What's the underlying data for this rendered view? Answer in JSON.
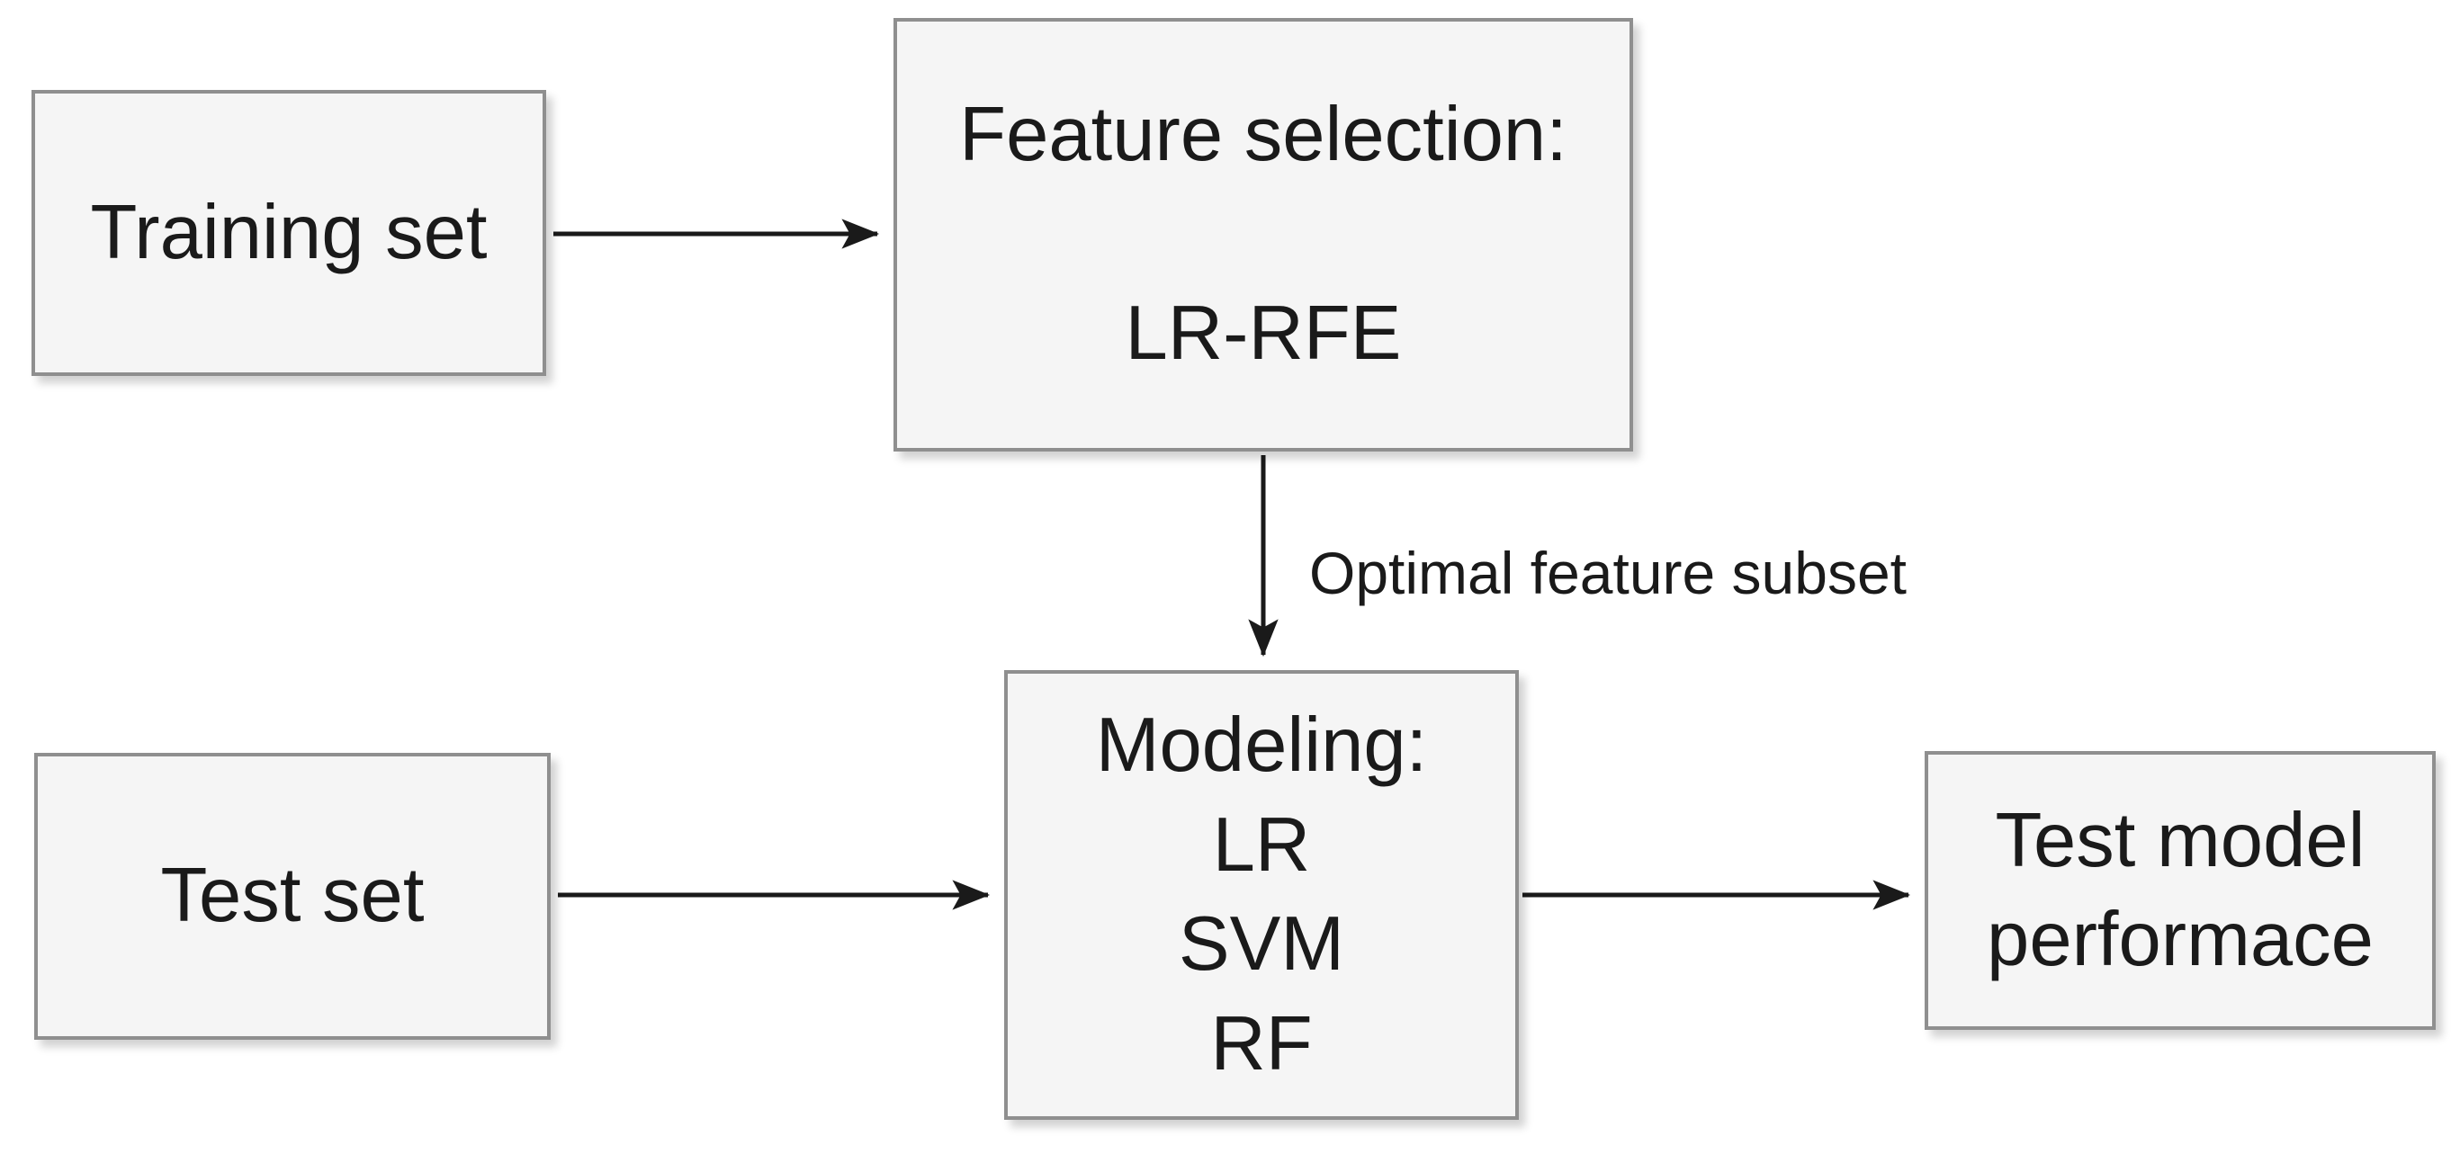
{
  "nodes": {
    "training_set": {
      "label": "Training set"
    },
    "feature_selection": {
      "label": "Feature selection:\n\nLR-RFE"
    },
    "modeling": {
      "label": "Modeling:\nLR\nSVM\nRF"
    },
    "test_set": {
      "label": "Test set"
    },
    "test_performance": {
      "label": "Test model\nperformace"
    }
  },
  "edge_labels": {
    "feature_to_modeling": "Optimal feature subset"
  },
  "colors": {
    "background": "#ffffff",
    "node_fill": "#f5f5f5",
    "node_border": "#8f8f8f",
    "arrow": "#1a1a1a",
    "text": "#1a1a1a"
  }
}
